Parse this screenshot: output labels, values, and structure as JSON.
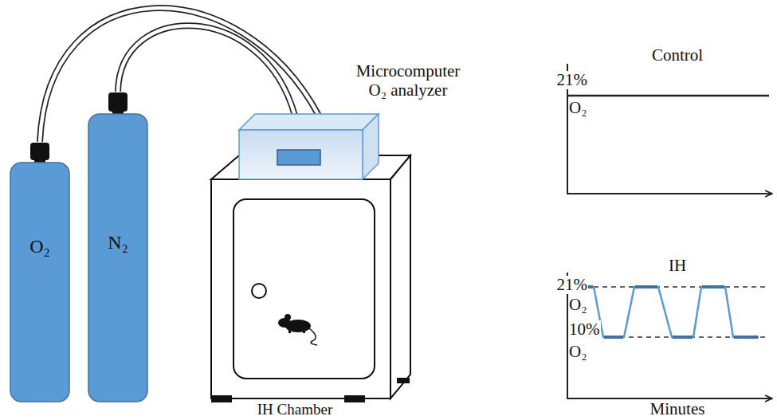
{
  "diagram": {
    "nodes": [
      {
        "text": [
          "O₂"
        ]
      },
      {
        "text": [
          "N₂"
        ]
      },
      {
        "text": [
          "Microcomputer O₂ analyzer"
        ]
      },
      {
        "text": [
          "IH Chamber"
        ]
      }
    ],
    "edges": [
      {
        "from": 0,
        "to": 2,
        "arrow": "none"
      },
      {
        "from": 1,
        "to": 2,
        "arrow": "none"
      }
    ],
    "labels": [
      "Control",
      "21%",
      "O₂",
      "IH",
      "21%",
      "O₂",
      "10%",
      "O₂",
      "Minutes"
    ]
  }
}
